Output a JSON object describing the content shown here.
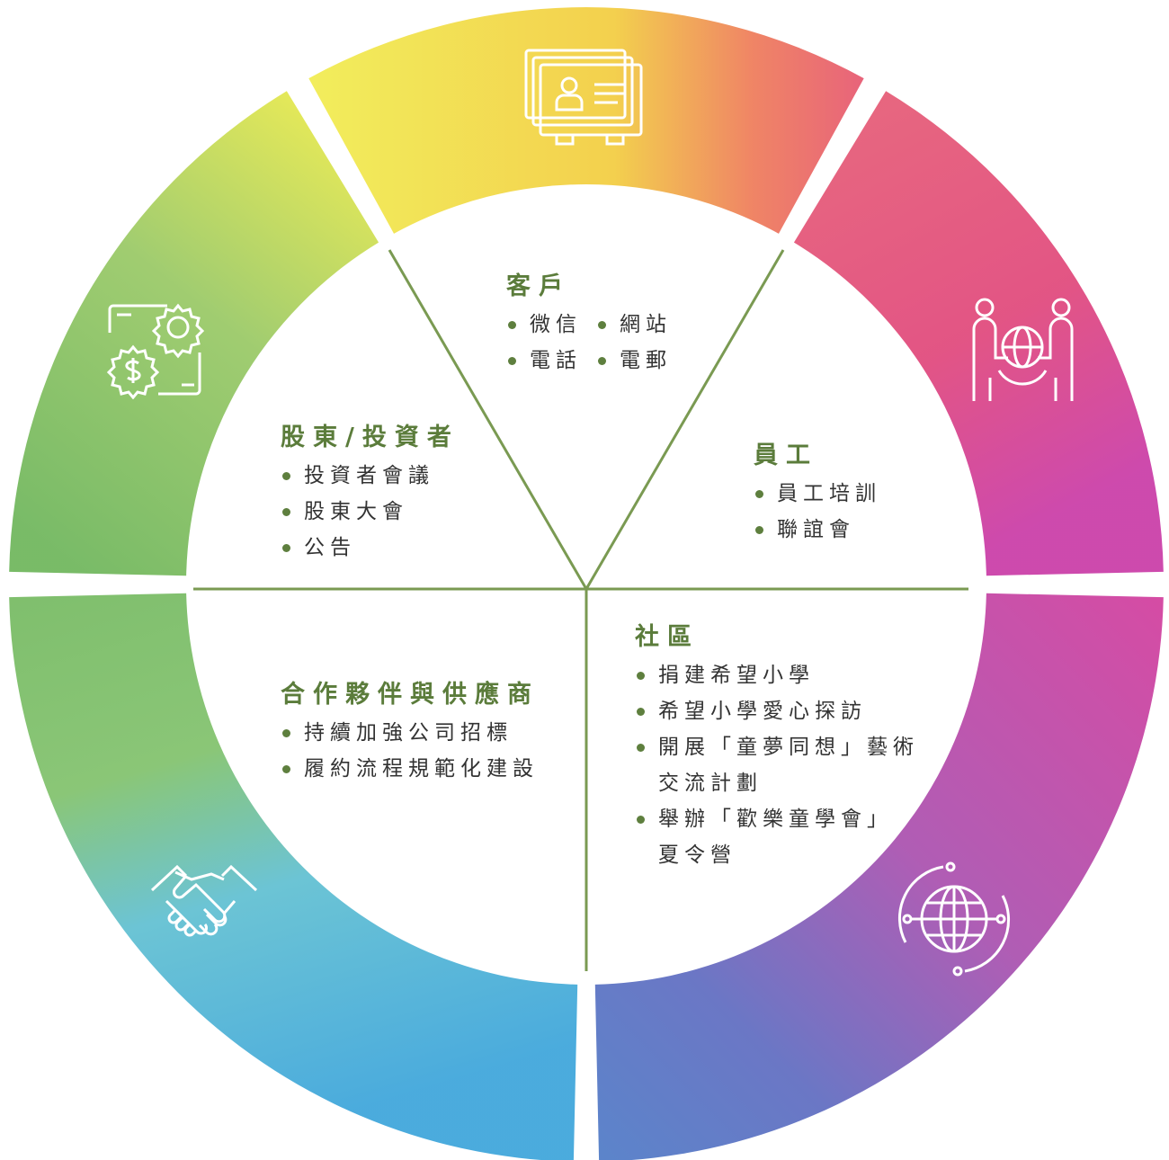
{
  "colors": {
    "accent": "#5e7f3e",
    "divider": "#7a9a52",
    "text": "#333333",
    "icon_stroke": "#ffffff"
  },
  "segments": [
    {
      "key": "customers",
      "icon": "business-card-icon"
    },
    {
      "key": "employees",
      "icon": "meeting-globe-icon"
    },
    {
      "key": "community",
      "icon": "globe-network-icon"
    },
    {
      "key": "partners",
      "icon": "handshake-icon"
    },
    {
      "key": "shareholders",
      "icon": "dollar-gear-icon"
    }
  ],
  "customers": {
    "title": "客戶",
    "items": [
      "微信",
      "網站",
      "電話",
      "電郵"
    ]
  },
  "employees": {
    "title": "員工",
    "items": [
      "員工培訓",
      "聯誼會"
    ]
  },
  "shareholders": {
    "title": "股東/投資者",
    "items": [
      "投資者會議",
      "股東大會",
      "公告"
    ]
  },
  "partners": {
    "title": "合作夥伴與供應商",
    "items": [
      "持續加強公司招標",
      "履約流程規範化建設"
    ]
  },
  "community": {
    "title": "社區",
    "items": [
      "捐建希望小學",
      "希望小學愛心探訪",
      "開展「童夢同想」藝術",
      "交流計劃",
      "舉辦「歡樂童學會」",
      "夏令營"
    ]
  }
}
